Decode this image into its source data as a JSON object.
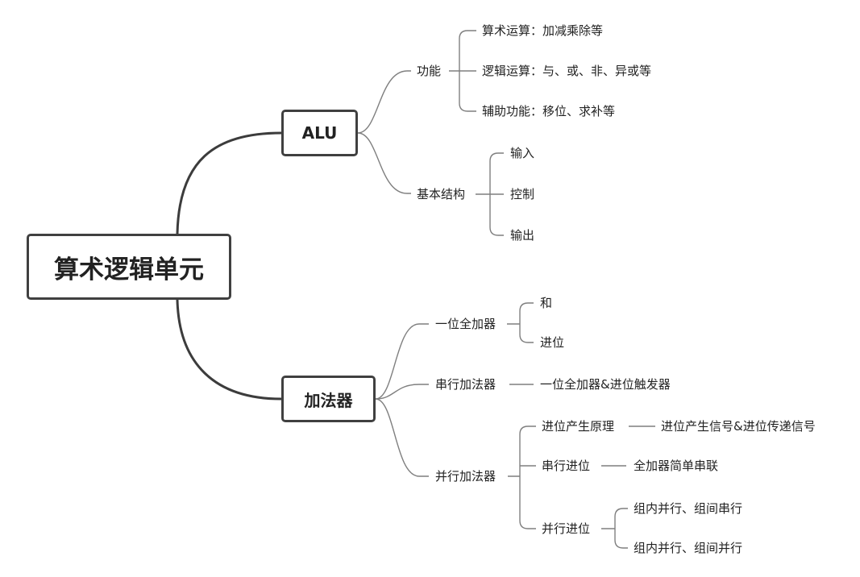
{
  "root": "算术逻辑单元",
  "alu": {
    "label": "ALU",
    "function": {
      "label": "功能",
      "items": [
        "算术运算：加减乘除等",
        "逻辑运算：与、或、非、异或等",
        "辅助功能：移位、求补等"
      ]
    },
    "structure": {
      "label": "基本结构",
      "items": [
        "输入",
        "控制",
        "输出"
      ]
    }
  },
  "adder": {
    "label": "加法器",
    "one_bit": {
      "label": "一位全加器",
      "items": [
        "和",
        "进位"
      ]
    },
    "serial": {
      "label": "串行加法器",
      "detail": "一位全加器&进位触发器"
    },
    "parallel": {
      "label": "并行加法器",
      "carry_principle": {
        "label": "进位产生原理",
        "detail": "进位产生信号&进位传递信号"
      },
      "serial_carry": {
        "label": "串行进位",
        "detail": "全加器简单串联"
      },
      "parallel_carry": {
        "label": "并行进位",
        "items": [
          "组内并行、组间串行",
          "组内并行、组间并行"
        ]
      }
    }
  }
}
